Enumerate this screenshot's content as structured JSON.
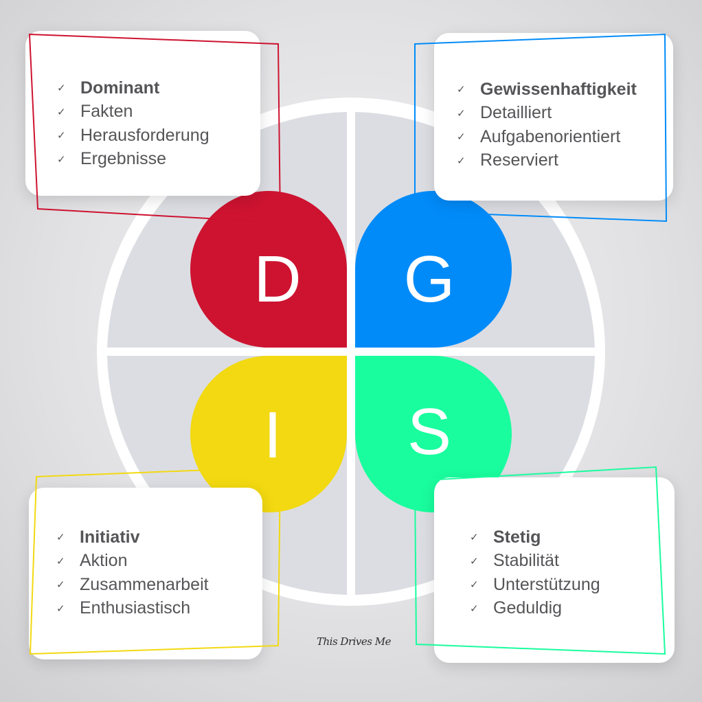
{
  "quadrants": [
    {
      "letter": "D",
      "color": "#cd1330",
      "items": [
        "Dominant",
        "Fakten",
        "Herausforderung",
        "Ergebnisse"
      ]
    },
    {
      "letter": "G",
      "color": "#018bf9",
      "items": [
        "Gewissenhaftigkeit",
        "Detailliert",
        "Aufgabenorientiert",
        "Reserviert"
      ]
    },
    {
      "letter": "I",
      "color": "#f2d911",
      "items": [
        "Initiativ",
        "Aktion",
        "Zusammenarbeit",
        "Enthusiastisch"
      ]
    },
    {
      "letter": "S",
      "color": "#19fd9e",
      "items": [
        "Stetig",
        "Stabilität",
        "Unterstützung",
        "Geduldig"
      ]
    }
  ],
  "check_icon": "check-icon",
  "check_glyph": "✓",
  "colors": {
    "quadrant_bg": "#dcdde2",
    "card_bg": "#ffffff",
    "text": "#555558"
  },
  "signature": "This Drives Me"
}
